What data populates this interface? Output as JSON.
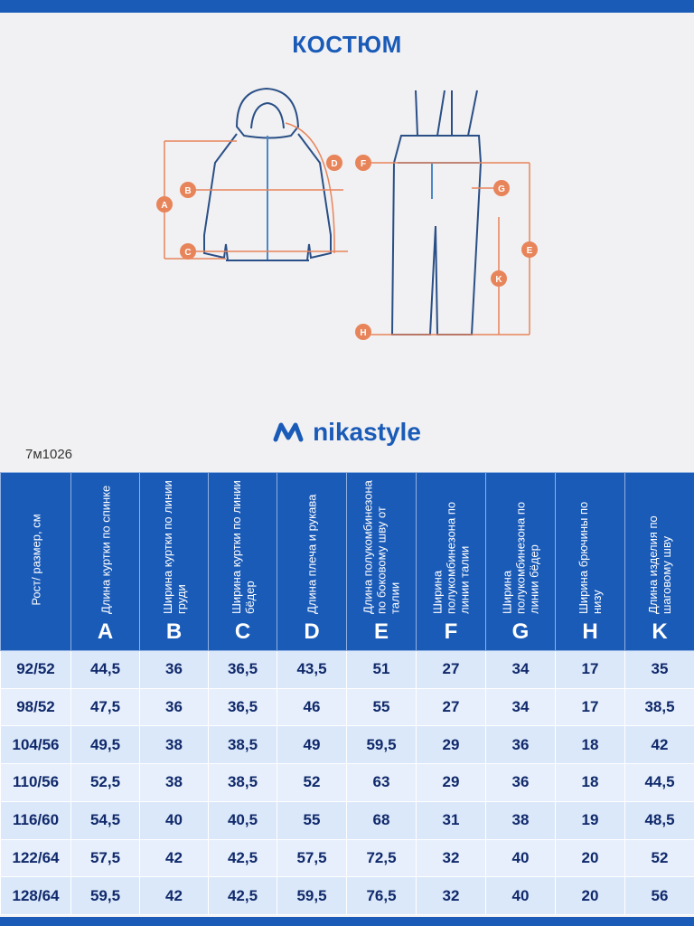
{
  "title": "КОСТЮМ",
  "brand": "nikastyle",
  "article": "7м1026",
  "diagram_letters": [
    "A",
    "B",
    "C",
    "D",
    "E",
    "F",
    "G",
    "H",
    "K"
  ],
  "colors": {
    "brand_blue": "#1a5bb8",
    "measure_orange": "#e8845a",
    "row_light": "#dbe8f9"
  },
  "table": {
    "first_header": "Рост/ размер, см",
    "columns": [
      {
        "label": "Длина куртки по спинке",
        "letter": "A"
      },
      {
        "label": "Ширина куртки по линии груди",
        "letter": "B"
      },
      {
        "label": "Ширина куртки по линии бёдер",
        "letter": "C"
      },
      {
        "label": "Длина плеча и рукава",
        "letter": "D"
      },
      {
        "label": "Длина полукомбинезона по боковому шву от талии",
        "letter": "E"
      },
      {
        "label": "Ширина полукомбинезона по линии талии",
        "letter": "F"
      },
      {
        "label": "Ширина полукомбинезона по линии бёдер",
        "letter": "G"
      },
      {
        "label": "Ширина брючины по низу",
        "letter": "H"
      },
      {
        "label": "Длина изделия по шаговому шву",
        "letter": "K"
      }
    ],
    "rows": [
      [
        "92/52",
        "44,5",
        "36",
        "36,5",
        "43,5",
        "51",
        "27",
        "34",
        "17",
        "35"
      ],
      [
        "98/52",
        "47,5",
        "36",
        "36,5",
        "46",
        "55",
        "27",
        "34",
        "17",
        "38,5"
      ],
      [
        "104/56",
        "49,5",
        "38",
        "38,5",
        "49",
        "59,5",
        "29",
        "36",
        "18",
        "42"
      ],
      [
        "110/56",
        "52,5",
        "38",
        "38,5",
        "52",
        "63",
        "29",
        "36",
        "18",
        "44,5"
      ],
      [
        "116/60",
        "54,5",
        "40",
        "40,5",
        "55",
        "68",
        "31",
        "38",
        "19",
        "48,5"
      ],
      [
        "122/64",
        "57,5",
        "42",
        "42,5",
        "57,5",
        "72,5",
        "32",
        "40",
        "20",
        "52"
      ],
      [
        "128/64",
        "59,5",
        "42",
        "42,5",
        "59,5",
        "76,5",
        "32",
        "40",
        "20",
        "56"
      ]
    ]
  }
}
